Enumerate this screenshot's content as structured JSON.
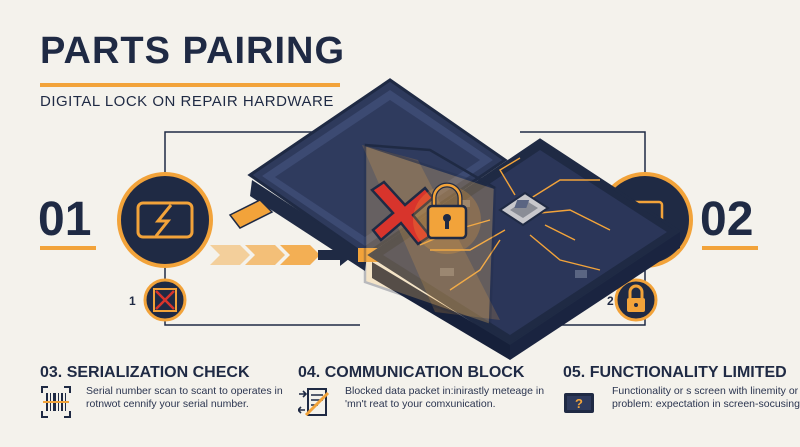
{
  "header": {
    "title": "PARTS PAIRING",
    "subtitle": "DIGITAL LOCK ON REPAIR HARDWARE"
  },
  "steps": {
    "left": "01",
    "right": "02",
    "badge_left": "1",
    "badge_right": "2"
  },
  "sections": [
    {
      "title": "03. SERIALIZATION CHECK",
      "desc": "Serial number scan to scant to operates in rotnwot cennify your serial number.",
      "icon": "barcode-scan-icon"
    },
    {
      "title": "04. COMMUNICATION BLOCK",
      "desc": "Blocked data packet in:inirastly meteage in 'mn't reat to your comxunication.",
      "icon": "blocked-data-icon"
    },
    {
      "title": "05. FUNCTIONALITY LIMITED",
      "desc": "Functionality or s screen with linemity or problem: expectation in screen-socusing?.",
      "icon": "screen-question-icon"
    }
  ],
  "colors": {
    "navy": "#1f2a44",
    "orange": "#f2a33a",
    "red": "#d8342c",
    "background": "#f4f2ec"
  }
}
